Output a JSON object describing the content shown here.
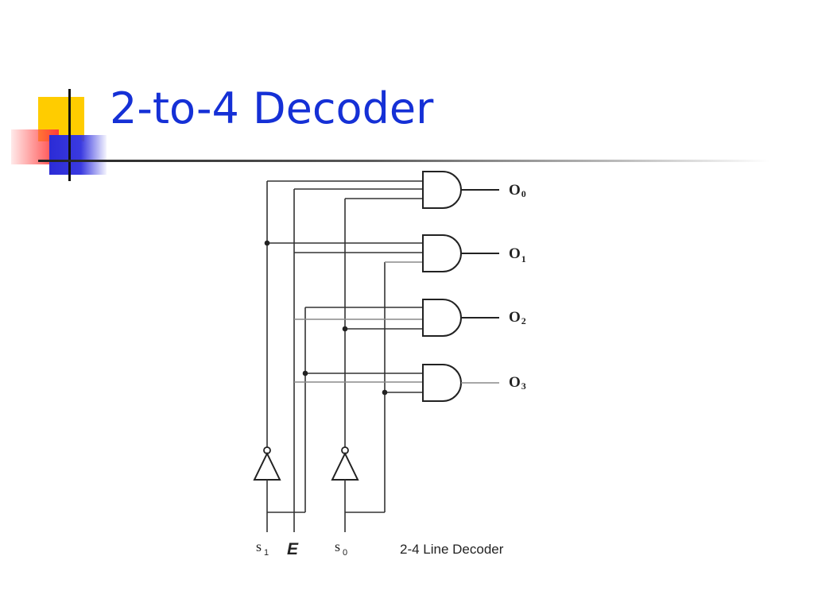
{
  "slide": {
    "title": "2-to-4 Decoder"
  },
  "diagram": {
    "outputs": [
      {
        "letter": "O",
        "sub": "0"
      },
      {
        "letter": "O",
        "sub": "1"
      },
      {
        "letter": "O",
        "sub": "2"
      },
      {
        "letter": "O",
        "sub": "3"
      }
    ],
    "inputs": {
      "s1": {
        "letter": "s",
        "sub": "1"
      },
      "enable": "E",
      "s0": {
        "letter": "s",
        "sub": "0"
      }
    },
    "caption": "2-4 Line Decoder"
  },
  "colors": {
    "title": "#1530d6",
    "accent_yellow": "#ffcc00",
    "accent_red": "#ff3b3b",
    "accent_blue": "#2b2bd6"
  }
}
